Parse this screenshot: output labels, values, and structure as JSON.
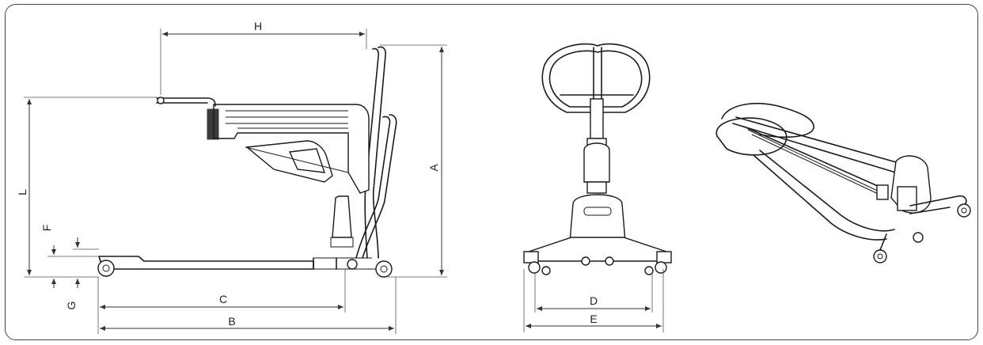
{
  "labels": {
    "H": "H",
    "A": "A",
    "L": "L",
    "F": "F",
    "G": "G",
    "C": "C",
    "B": "B",
    "D": "D",
    "E": "E"
  }
}
